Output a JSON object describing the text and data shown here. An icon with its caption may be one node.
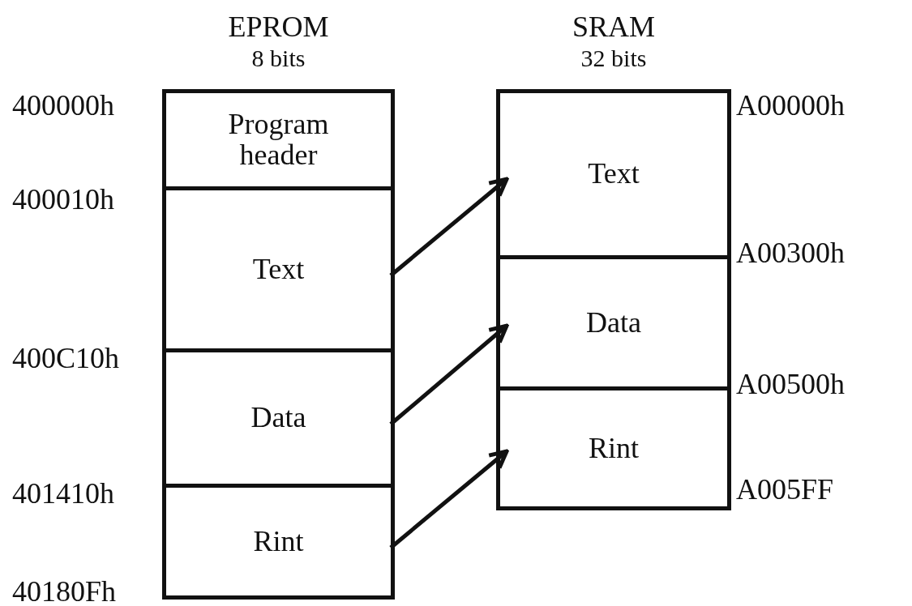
{
  "diagram": {
    "nodes": [
      {
        "text": [
          "EPROM",
          "8 bits"
        ]
      },
      {
        "text": [
          "Program header"
        ],
        "in": 0
      },
      {
        "text": [
          "Text"
        ],
        "in": 0
      },
      {
        "text": [
          "Data"
        ],
        "in": 0
      },
      {
        "text": [
          "Rint"
        ],
        "in": 0
      },
      {
        "text": [
          "SRAM",
          "32 bits"
        ]
      },
      {
        "text": [
          "Text"
        ],
        "in": 5
      },
      {
        "text": [
          "Data"
        ],
        "in": 5
      },
      {
        "text": [
          "Rint"
        ],
        "in": 5
      }
    ],
    "edges": [
      {
        "from": 2,
        "to": 6,
        "arrow": "to"
      },
      {
        "from": 3,
        "to": 7,
        "arrow": "to"
      },
      {
        "from": 4,
        "to": 8,
        "arrow": "to"
      }
    ],
    "labels": [
      "400000h",
      "A00000h",
      "400010h",
      "A00300h",
      "400C10h",
      "A00500h",
      "401410h",
      "A005FF",
      "40180Fh"
    ]
  }
}
